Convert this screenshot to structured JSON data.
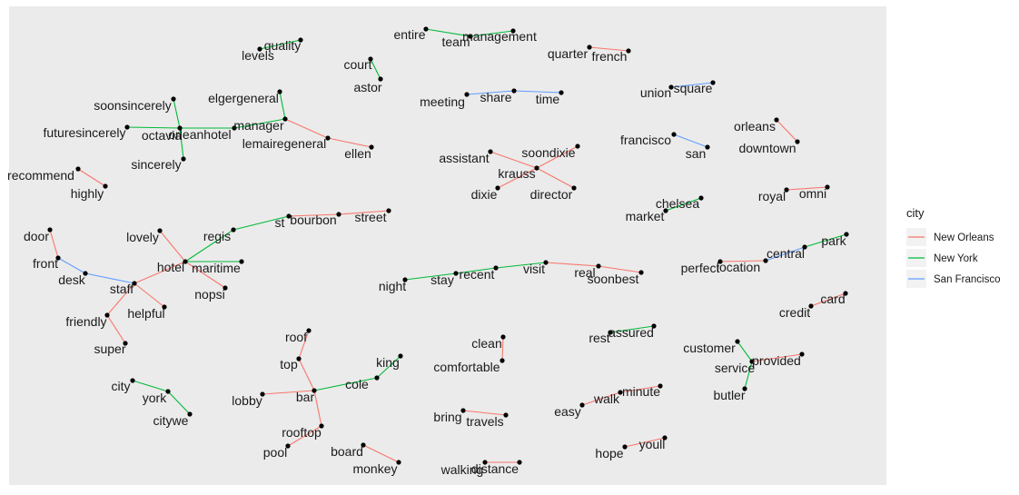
{
  "chart_data": {
    "type": "network",
    "title": "",
    "legend": {
      "title": "city",
      "position": "right",
      "entries": [
        {
          "name": "New Orleans",
          "color": "#F8766D"
        },
        {
          "name": "New York",
          "color": "#00BA38"
        },
        {
          "name": "San Francisco",
          "color": "#619CFF"
        }
      ]
    },
    "panel_background": "#EBEBEB",
    "point_color": "#000000",
    "nodes": [
      {
        "id": "levels",
        "label": "levels"
      },
      {
        "id": "quality",
        "label": "quality"
      },
      {
        "id": "entire",
        "label": "entire"
      },
      {
        "id": "team",
        "label": "team"
      },
      {
        "id": "management",
        "label": "management"
      },
      {
        "id": "quarter",
        "label": "quarter"
      },
      {
        "id": "french",
        "label": "french"
      },
      {
        "id": "court",
        "label": "court"
      },
      {
        "id": "astor",
        "label": "astor"
      },
      {
        "id": "meeting",
        "label": "meeting"
      },
      {
        "id": "share",
        "label": "share"
      },
      {
        "id": "time",
        "label": "time"
      },
      {
        "id": "union",
        "label": "union"
      },
      {
        "id": "square",
        "label": "square"
      },
      {
        "id": "soonsincerely",
        "label": "soonsincerely"
      },
      {
        "id": "elgergeneral",
        "label": "elgergeneral"
      },
      {
        "id": "futuresincerely",
        "label": "futuresincerely"
      },
      {
        "id": "octavia",
        "label": "octavia"
      },
      {
        "id": "orleanhotel",
        "label": "orleanhotel"
      },
      {
        "id": "manager",
        "label": "manager"
      },
      {
        "id": "lemairegeneral",
        "label": "lemairegeneral"
      },
      {
        "id": "ellen",
        "label": "ellen"
      },
      {
        "id": "sincerely",
        "label": "sincerely"
      },
      {
        "id": "orleans",
        "label": "orleans"
      },
      {
        "id": "downtown",
        "label": "downtown"
      },
      {
        "id": "francisco",
        "label": "francisco"
      },
      {
        "id": "san",
        "label": "san"
      },
      {
        "id": "assistant",
        "label": "assistant"
      },
      {
        "id": "soondixie",
        "label": "soondixie"
      },
      {
        "id": "krauss",
        "label": "krauss"
      },
      {
        "id": "dixie",
        "label": "dixie"
      },
      {
        "id": "director",
        "label": "director"
      },
      {
        "id": "recommend",
        "label": "recommend"
      },
      {
        "id": "highly",
        "label": "highly"
      },
      {
        "id": "royal",
        "label": "royal"
      },
      {
        "id": "omni",
        "label": "omni"
      },
      {
        "id": "chelsea",
        "label": "chelsea"
      },
      {
        "id": "market",
        "label": "market"
      },
      {
        "id": "st",
        "label": "st"
      },
      {
        "id": "bourbon",
        "label": "bourbon"
      },
      {
        "id": "street",
        "label": "street"
      },
      {
        "id": "door",
        "label": "door"
      },
      {
        "id": "lovely",
        "label": "lovely"
      },
      {
        "id": "regis",
        "label": "regis"
      },
      {
        "id": "front",
        "label": "front"
      },
      {
        "id": "hotel",
        "label": "hotel"
      },
      {
        "id": "maritime",
        "label": "maritime"
      },
      {
        "id": "desk",
        "label": "desk"
      },
      {
        "id": "staff",
        "label": "staff"
      },
      {
        "id": "nopsi",
        "label": "nopsi"
      },
      {
        "id": "friendly",
        "label": "friendly"
      },
      {
        "id": "helpful",
        "label": "helpful"
      },
      {
        "id": "super",
        "label": "super"
      },
      {
        "id": "park",
        "label": "park"
      },
      {
        "id": "central",
        "label": "central"
      },
      {
        "id": "perfect",
        "label": "perfect"
      },
      {
        "id": "location",
        "label": "location"
      },
      {
        "id": "night",
        "label": "night"
      },
      {
        "id": "stay",
        "label": "stay"
      },
      {
        "id": "recent",
        "label": "recent"
      },
      {
        "id": "visit",
        "label": "visit"
      },
      {
        "id": "real",
        "label": "real"
      },
      {
        "id": "soonbest",
        "label": "soonbest"
      },
      {
        "id": "credit",
        "label": "credit"
      },
      {
        "id": "card",
        "label": "card"
      },
      {
        "id": "clean",
        "label": "clean"
      },
      {
        "id": "comfortable",
        "label": "comfortable"
      },
      {
        "id": "rest",
        "label": "rest"
      },
      {
        "id": "assured",
        "label": "assured"
      },
      {
        "id": "roof",
        "label": "roof"
      },
      {
        "id": "top",
        "label": "top"
      },
      {
        "id": "king",
        "label": "king"
      },
      {
        "id": "cole",
        "label": "cole"
      },
      {
        "id": "lobby",
        "label": "lobby"
      },
      {
        "id": "bar",
        "label": "bar"
      },
      {
        "id": "rooftop",
        "label": "rooftop"
      },
      {
        "id": "pool",
        "label": "pool"
      },
      {
        "id": "board",
        "label": "board"
      },
      {
        "id": "monkey",
        "label": "monkey"
      },
      {
        "id": "customer",
        "label": "customer"
      },
      {
        "id": "service",
        "label": "service"
      },
      {
        "id": "provided",
        "label": "provided"
      },
      {
        "id": "butler",
        "label": "butler"
      },
      {
        "id": "city",
        "label": "city"
      },
      {
        "id": "york",
        "label": "york"
      },
      {
        "id": "citywe",
        "label": "citywe"
      },
      {
        "id": "easy",
        "label": "easy"
      },
      {
        "id": "walk",
        "label": "walk"
      },
      {
        "id": "minute",
        "label": "minute"
      },
      {
        "id": "bring",
        "label": "bring"
      },
      {
        "id": "travels",
        "label": "travels"
      },
      {
        "id": "hope",
        "label": "hope"
      },
      {
        "id": "youll",
        "label": "youll"
      },
      {
        "id": "walking",
        "label": "walking"
      },
      {
        "id": "distance",
        "label": "distance"
      }
    ],
    "edges": [
      {
        "from": "levels",
        "to": "quality",
        "city": "New York"
      },
      {
        "from": "entire",
        "to": "team",
        "city": "New York"
      },
      {
        "from": "team",
        "to": "management",
        "city": "New York"
      },
      {
        "from": "quarter",
        "to": "french",
        "city": "New Orleans"
      },
      {
        "from": "court",
        "to": "astor",
        "city": "New York"
      },
      {
        "from": "meeting",
        "to": "share",
        "city": "San Francisco"
      },
      {
        "from": "share",
        "to": "time",
        "city": "San Francisco"
      },
      {
        "from": "union",
        "to": "square",
        "city": "San Francisco"
      },
      {
        "from": "soonsincerely",
        "to": "octavia",
        "city": "New York"
      },
      {
        "from": "futuresincerely",
        "to": "octavia",
        "city": "New York"
      },
      {
        "from": "sincerely",
        "to": "octavia",
        "city": "New York"
      },
      {
        "from": "octavia",
        "to": "orleanhotel",
        "city": "New York"
      },
      {
        "from": "orleanhotel",
        "to": "manager",
        "city": "New York"
      },
      {
        "from": "elgergeneral",
        "to": "manager",
        "city": "New York"
      },
      {
        "from": "manager",
        "to": "lemairegeneral",
        "city": "New Orleans"
      },
      {
        "from": "lemairegeneral",
        "to": "ellen",
        "city": "New Orleans"
      },
      {
        "from": "orleans",
        "to": "downtown",
        "city": "New Orleans"
      },
      {
        "from": "francisco",
        "to": "san",
        "city": "San Francisco"
      },
      {
        "from": "assistant",
        "to": "krauss",
        "city": "New Orleans"
      },
      {
        "from": "soondixie",
        "to": "krauss",
        "city": "New Orleans"
      },
      {
        "from": "dixie",
        "to": "krauss",
        "city": "New Orleans"
      },
      {
        "from": "krauss",
        "to": "director",
        "city": "New Orleans"
      },
      {
        "from": "recommend",
        "to": "highly",
        "city": "New Orleans"
      },
      {
        "from": "royal",
        "to": "omni",
        "city": "New Orleans"
      },
      {
        "from": "market",
        "to": "chelsea",
        "city": "New York"
      },
      {
        "from": "regis",
        "to": "st",
        "city": "New York"
      },
      {
        "from": "st",
        "to": "bourbon",
        "city": "New Orleans"
      },
      {
        "from": "bourbon",
        "to": "street",
        "city": "New Orleans"
      },
      {
        "from": "hotel",
        "to": "regis",
        "city": "New York"
      },
      {
        "from": "hotel",
        "to": "maritime",
        "city": "New York"
      },
      {
        "from": "lovely",
        "to": "hotel",
        "city": "New Orleans"
      },
      {
        "from": "hotel",
        "to": "nopsi",
        "city": "New Orleans"
      },
      {
        "from": "hotel",
        "to": "staff",
        "city": "New Orleans"
      },
      {
        "from": "door",
        "to": "front",
        "city": "New Orleans"
      },
      {
        "from": "front",
        "to": "desk",
        "city": "San Francisco"
      },
      {
        "from": "desk",
        "to": "staff",
        "city": "San Francisco"
      },
      {
        "from": "staff",
        "to": "friendly",
        "city": "New Orleans"
      },
      {
        "from": "staff",
        "to": "helpful",
        "city": "New Orleans"
      },
      {
        "from": "super",
        "to": "friendly",
        "city": "New Orleans"
      },
      {
        "from": "central",
        "to": "park",
        "city": "New York"
      },
      {
        "from": "location",
        "to": "central",
        "city": "San Francisco"
      },
      {
        "from": "perfect",
        "to": "location",
        "city": "New Orleans"
      },
      {
        "from": "night",
        "to": "stay",
        "city": "New York"
      },
      {
        "from": "stay",
        "to": "recent",
        "city": "New York"
      },
      {
        "from": "recent",
        "to": "visit",
        "city": "New York"
      },
      {
        "from": "visit",
        "to": "real",
        "city": "New Orleans"
      },
      {
        "from": "real",
        "to": "soonbest",
        "city": "New Orleans"
      },
      {
        "from": "credit",
        "to": "card",
        "city": "New Orleans"
      },
      {
        "from": "clean",
        "to": "comfortable",
        "city": "New Orleans"
      },
      {
        "from": "rest",
        "to": "assured",
        "city": "New York"
      },
      {
        "from": "roof",
        "to": "top",
        "city": "New Orleans"
      },
      {
        "from": "top",
        "to": "bar",
        "city": "New Orleans"
      },
      {
        "from": "lobby",
        "to": "bar",
        "city": "New Orleans"
      },
      {
        "from": "bar",
        "to": "cole",
        "city": "New York"
      },
      {
        "from": "cole",
        "to": "king",
        "city": "New York"
      },
      {
        "from": "bar",
        "to": "rooftop",
        "city": "New Orleans"
      },
      {
        "from": "rooftop",
        "to": "pool",
        "city": "New Orleans"
      },
      {
        "from": "board",
        "to": "monkey",
        "city": "New Orleans"
      },
      {
        "from": "customer",
        "to": "service",
        "city": "New York"
      },
      {
        "from": "service",
        "to": "provided",
        "city": "New Orleans"
      },
      {
        "from": "butler",
        "to": "service",
        "city": "New York"
      },
      {
        "from": "city",
        "to": "york",
        "city": "New York"
      },
      {
        "from": "york",
        "to": "citywe",
        "city": "New York"
      },
      {
        "from": "easy",
        "to": "walk",
        "city": "New Orleans"
      },
      {
        "from": "walk",
        "to": "minute",
        "city": "New Orleans"
      },
      {
        "from": "bring",
        "to": "travels",
        "city": "New Orleans"
      },
      {
        "from": "hope",
        "to": "youll",
        "city": "New Orleans"
      },
      {
        "from": "walking",
        "to": "distance",
        "city": "New Orleans"
      }
    ]
  }
}
